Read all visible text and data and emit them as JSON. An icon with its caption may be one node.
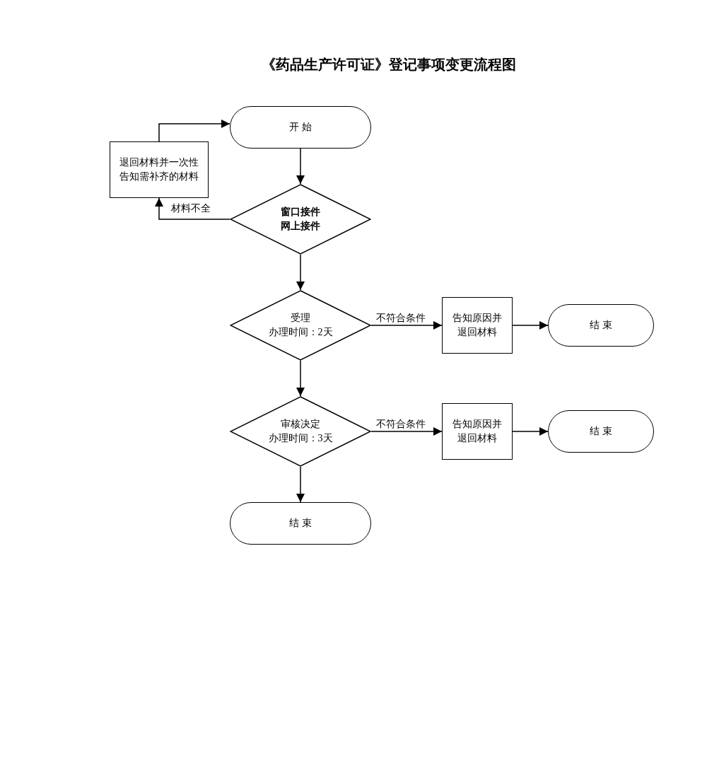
{
  "diagram": {
    "title": "《药品生产许可证》登记事项变更流程图",
    "nodes": [
      {
        "text": [
          "开 始"
        ]
      },
      {
        "text": [
          "退回材料并一次性告知需补齐的材料"
        ]
      },
      {
        "text": [
          "窗口接件",
          "网上接件"
        ]
      },
      {
        "text": [
          "受理",
          "办理时间：2天"
        ]
      },
      {
        "text": [
          "告知原因并退回材料"
        ]
      },
      {
        "text": [
          "结 束"
        ]
      },
      {
        "text": [
          "审核决定",
          "办理时间：3天"
        ]
      },
      {
        "text": [
          "告知原因并退回材料"
        ]
      },
      {
        "text": [
          "结 束"
        ]
      },
      {
        "text": [
          "结 束"
        ]
      }
    ],
    "edges": [
      {
        "from": 0,
        "to": 2,
        "arrow": "to"
      },
      {
        "from": 2,
        "to": 1,
        "arrow": "to",
        "label": "材料不全"
      },
      {
        "from": 1,
        "to": 0,
        "arrow": "to"
      },
      {
        "from": 2,
        "to": 3,
        "arrow": "to"
      },
      {
        "from": 3,
        "to": 4,
        "arrow": "to",
        "label": "不符合条件"
      },
      {
        "from": 4,
        "to": 5,
        "arrow": "to"
      },
      {
        "from": 3,
        "to": 6,
        "arrow": "to"
      },
      {
        "from": 6,
        "to": 7,
        "arrow": "to",
        "label": "不符合条件"
      },
      {
        "from": 7,
        "to": 8,
        "arrow": "to"
      },
      {
        "from": 6,
        "to": 9,
        "arrow": "to"
      }
    ]
  }
}
